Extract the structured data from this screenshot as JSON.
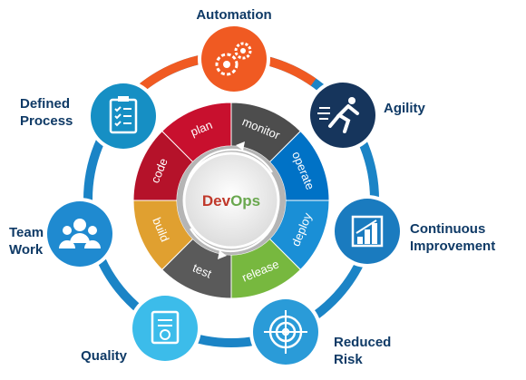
{
  "center": {
    "dev": "Dev",
    "ops": "Ops"
  },
  "phases": [
    {
      "label": "plan",
      "color": "#c8102e"
    },
    {
      "label": "monitor",
      "color": "#4d4d4d"
    },
    {
      "label": "operate",
      "color": "#0072c6"
    },
    {
      "label": "deploy",
      "color": "#1a8fd6"
    },
    {
      "label": "release",
      "color": "#77b83f"
    },
    {
      "label": "test",
      "color": "#5a5a5a"
    },
    {
      "label": "build",
      "color": "#e0a030"
    },
    {
      "label": "code",
      "color": "#b5122a"
    }
  ],
  "benefits": [
    {
      "lines": [
        "Automation"
      ],
      "color": "#f05a22",
      "icon": "gears-icon"
    },
    {
      "lines": [
        "Agility"
      ],
      "color": "#16355c",
      "icon": "runner-icon"
    },
    {
      "lines": [
        "Continuous",
        "Improvement"
      ],
      "color": "#1a7bbf",
      "icon": "bar-chart-icon"
    },
    {
      "lines": [
        "Reduced",
        "Risk"
      ],
      "color": "#2a9bd8",
      "icon": "target-icon"
    },
    {
      "lines": [
        "Quality"
      ],
      "color": "#3cbcea",
      "icon": "certificate-icon"
    },
    {
      "lines": [
        "Team",
        "Work"
      ],
      "color": "#1f8ad0",
      "icon": "team-icon"
    },
    {
      "lines": [
        "Defined",
        "Process"
      ],
      "color": "#168fc4",
      "icon": "checklist-icon"
    }
  ]
}
